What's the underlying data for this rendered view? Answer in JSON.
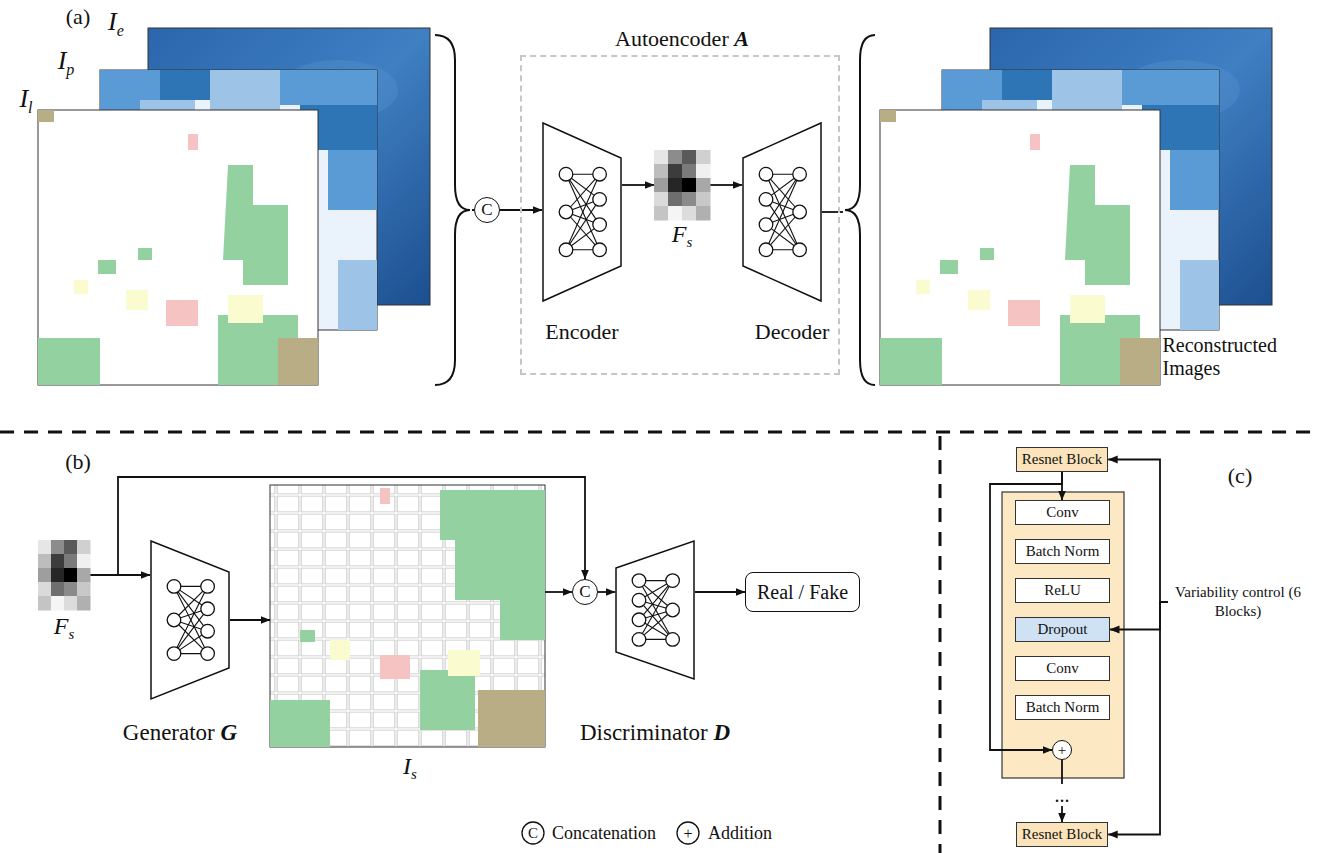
{
  "diagram": {
    "nodes": [
      {
        "text": [
          "Ie",
          "Ip",
          "Il"
        ]
      },
      {
        "text": [
          "C"
        ]
      },
      {
        "text": [
          "Autoencoder A"
        ]
      },
      {
        "text": [
          "Encoder"
        ],
        "in": 2
      },
      {
        "text": [
          "Fs"
        ],
        "in": 2
      },
      {
        "text": [
          "Decoder"
        ],
        "in": 2
      },
      {
        "text": [
          "Reconstructed Images"
        ]
      },
      {
        "text": [
          "Fs"
        ]
      },
      {
        "text": [
          "Generator G"
        ]
      },
      {
        "text": [
          "Is"
        ]
      },
      {
        "text": [
          "C"
        ]
      },
      {
        "text": [
          "Discriminator D"
        ]
      },
      {
        "text": [
          "Real / Fake"
        ]
      },
      {
        "text": [
          "Resnet Block"
        ]
      },
      {
        "text": [
          "Conv"
        ]
      },
      {
        "text": [
          "Batch Norm"
        ]
      },
      {
        "text": [
          "ReLU"
        ]
      },
      {
        "text": [
          "Dropout"
        ]
      },
      {
        "text": [
          "Conv"
        ]
      },
      {
        "text": [
          "Batch Norm"
        ]
      },
      {
        "text": [
          "+"
        ]
      },
      {
        "text": [
          "Resnet Block"
        ]
      },
      {
        "text": [
          "Variability control (6 Blocks)"
        ]
      }
    ],
    "edges": [
      {
        "from": 0,
        "to": 1,
        "arrow": "none"
      },
      {
        "from": 1,
        "to": 3,
        "arrow": "to"
      },
      {
        "from": 3,
        "to": 4,
        "arrow": "to"
      },
      {
        "from": 4,
        "to": 5,
        "arrow": "to"
      },
      {
        "from": 5,
        "to": 6,
        "arrow": "none"
      },
      {
        "from": 7,
        "to": 8,
        "arrow": "to"
      },
      {
        "from": 8,
        "to": 9,
        "arrow": "to"
      },
      {
        "from": 9,
        "to": 10,
        "arrow": "to"
      },
      {
        "from": 7,
        "to": 10,
        "arrow": "to"
      },
      {
        "from": 10,
        "to": 11,
        "arrow": "to"
      },
      {
        "from": 11,
        "to": 12,
        "arrow": "to"
      },
      {
        "from": 13,
        "to": 14,
        "arrow": "to"
      },
      {
        "from": 13,
        "to": 20,
        "arrow": "to"
      },
      {
        "from": 20,
        "to": 21,
        "arrow": "to"
      },
      {
        "from": 22,
        "to": 13,
        "arrow": "to"
      },
      {
        "from": 22,
        "to": 17,
        "arrow": "to"
      },
      {
        "from": 22,
        "to": 21,
        "arrow": "to"
      }
    ],
    "labels": [
      "(a)",
      "(b)",
      "(c)",
      "...",
      "C",
      "+"
    ],
    "legend": [
      {
        "text": "Concatenation"
      },
      {
        "text": "Addition"
      }
    ]
  }
}
